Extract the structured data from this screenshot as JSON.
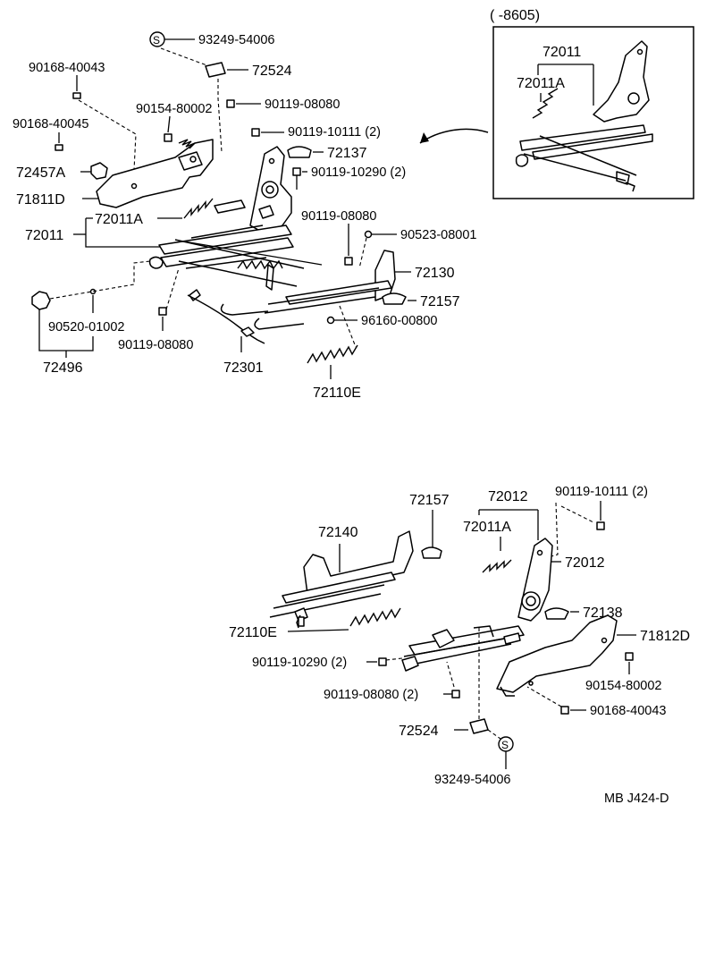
{
  "diagram_code": "MB J424-D",
  "s_mark": "S",
  "inset": {
    "label": "(      -8605)",
    "parts": [
      "72011",
      "72011A"
    ]
  },
  "upper": {
    "p93249": "93249-54006",
    "p72524": "72524",
    "p90168a": "90168-40043",
    "p90154": "90154-80002",
    "p90119a": "90119-08080",
    "p90119b": "90119-10111 (2)",
    "p90168b": "90168-40045",
    "p72137": "72137",
    "p72457A": "72457A",
    "p90119c": "90119-10290 (2)",
    "p71811D": "71811D",
    "p72011A": "72011A",
    "p72011": "72011",
    "p90119d": "90119-08080",
    "p90523": "90523-08001",
    "p72130": "72130",
    "p72157": "72157",
    "p90520": "90520-01002",
    "p96160": "96160-00800",
    "p90119e": "90119-08080",
    "p72496": "72496",
    "p72301": "72301",
    "p72110E": "72110E"
  },
  "lower": {
    "p72157": "72157",
    "p72012a": "72012",
    "p90119a": "90119-10111 (2)",
    "p72140": "72140",
    "p72011A": "72011A",
    "p72012b": "72012",
    "p72138": "72138",
    "p72110E": "72110E",
    "p71812D": "71812D",
    "p90119b": "90119-10290 (2)",
    "p90154": "90154-80002",
    "p90119c": "90119-08080 (2)",
    "p90168": "90168-40043",
    "p72524": "72524",
    "p93249": "93249-54006"
  }
}
